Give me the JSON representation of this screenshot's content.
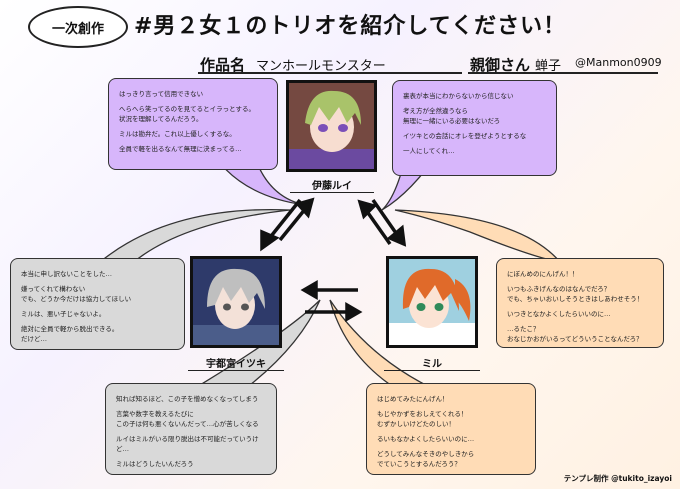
{
  "header": {
    "tag": "一次創作",
    "title": "#男２女１のトリオを紹介してください！",
    "work_label": "作品名",
    "work_value": "マンホールモンスター",
    "parent_label": "親御さん",
    "parent_value": "蝉子",
    "handle": "@Manmon0909"
  },
  "characters": {
    "top": {
      "name": "伊藤ルイ",
      "lines": [
        "はっきり言って信用できない",
        "へらへら笑ってるのを見てるとイラっとする。\n状況を理解してるんだろう。",
        "ミルは勘弁だ。これ以上優しくするな。",
        "全員で軽を出るなんて無理に決まってる…"
      ],
      "lines_right": [
        "裏表が本当にわからないから信じない",
        "考え方が全然違うなら\n無理に一緒にいる必要はないだろ",
        "イツキとの会話にオレを登ぜようとするな",
        "一人にしてくれ…"
      ],
      "bg": "#d7b6fb"
    },
    "left": {
      "name": "宇都宮イツキ",
      "lines": [
        "本当に申し訳ないことをした…",
        "嫌ってくれて構わない\nでも、どうか今だけは協力してほしい",
        "ミルは、悪い子じゃないよ。",
        "絶対に全員で軽から脱出できる。\nだけど…"
      ],
      "lines_bottom": [
        "知れば知るほど、この子を憎めなくなってしまう",
        "言葉や数字を教えるたびに\nこの子は何も悪くないんだって…心が苦しくなる",
        "ルイはミルがいる限り脱出は不可能だっていうけど…",
        "ミルはどうしたいんだろう"
      ],
      "bg": "#d9d9d9"
    },
    "right": {
      "name": "ミル",
      "lines": [
        "にぼんめのにんげん！！",
        "いつもふきげんなのはなんでだろ？\nでも、ちゃいおいしそうときはしあわせそう！",
        "いつきとなかよくしたらいいのに…",
        "…るたこ？\nおなじかおがいるってどういうことなんだろ？"
      ],
      "lines_bottom": [
        "はじめてみたにんげん！",
        "もじやかずをおしえてくれる！\nむずかしいけどたのしい！",
        "るいもなかよくしたらいいのに…",
        "どうしてみんなそきのやしきから\nでていこうとするんだろう？"
      ],
      "bg": "#ffdcb6"
    }
  },
  "credit": "テンプレ制作 @tukito_izayoi",
  "colors": {
    "purple": "#d7b6fb",
    "gray": "#d9d9d9",
    "peach": "#ffdcb6",
    "accent": "#f2a86c"
  }
}
